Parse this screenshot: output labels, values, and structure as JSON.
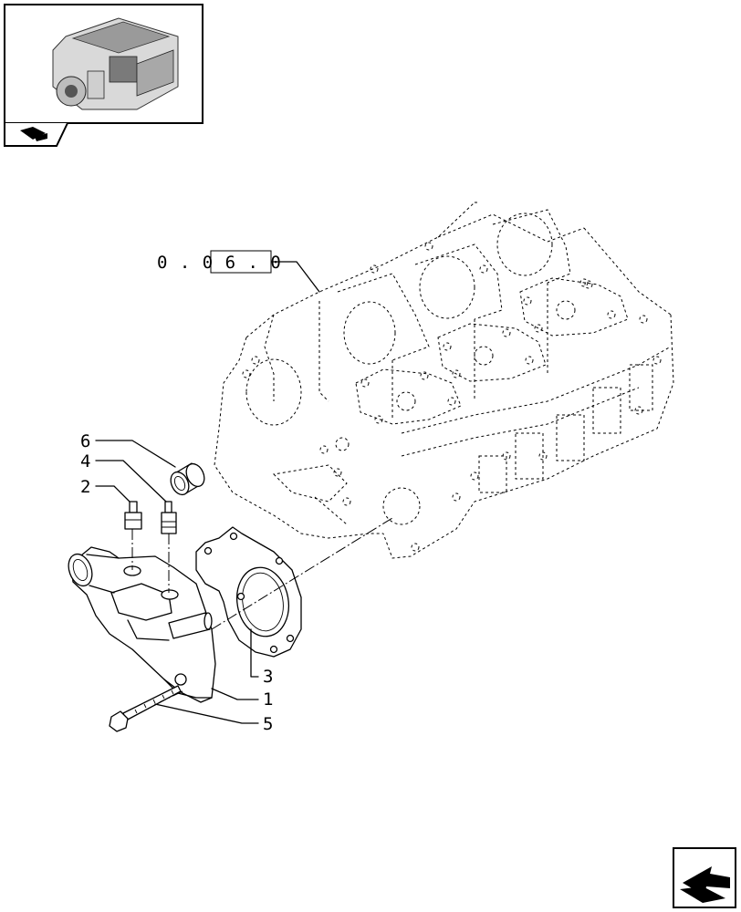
{
  "reference": {
    "label": "0 . 0 6 . 0"
  },
  "callouts": [
    {
      "id": "1",
      "label": "1"
    },
    {
      "id": "2",
      "label": "2"
    },
    {
      "id": "3",
      "label": "3"
    },
    {
      "id": "4",
      "label": "4"
    },
    {
      "id": "5",
      "label": "5"
    },
    {
      "id": "6",
      "label": "6"
    }
  ],
  "icons": {
    "thumbnail": "engine-thumbnail-icon",
    "section": "section-bookmark-icon",
    "next": "next-page-arrow-icon"
  }
}
